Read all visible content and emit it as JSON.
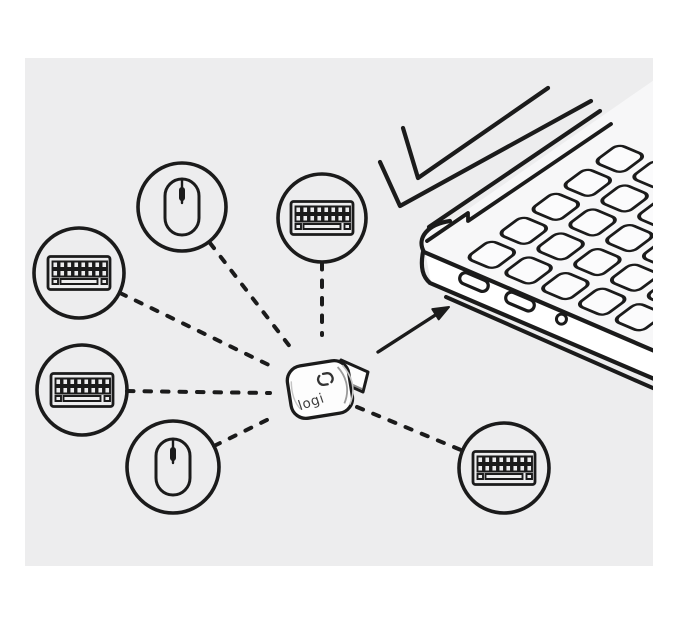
{
  "illustration": {
    "type": "product-connection-diagram",
    "page_bg": "#ffffff",
    "panel_bg": "#ededee",
    "line_color": "#1b1b1b"
  },
  "receiver": {
    "brand_label": "logi",
    "logo_icon": "logi-bolt-icon",
    "plug_icon": "usb-plug-icon"
  },
  "devices": [
    {
      "id": "mouse-top",
      "icon": "mouse-icon"
    },
    {
      "id": "keyboard-upper-left",
      "icon": "keyboard-icon"
    },
    {
      "id": "keyboard-top-center",
      "icon": "keyboard-icon"
    },
    {
      "id": "keyboard-mid-left",
      "icon": "keyboard-icon"
    },
    {
      "id": "mouse-bottom",
      "icon": "mouse-icon"
    },
    {
      "id": "keyboard-bottom-right",
      "icon": "keyboard-icon"
    }
  ],
  "connections": {
    "style": "dashed",
    "count": 6
  },
  "arrow_icon": "arrow-icon",
  "laptop": {
    "icon": "laptop-icon",
    "port_icons": [
      "usb-c-port-icon",
      "usb-c-port-icon",
      "audio-jack-icon"
    ]
  }
}
